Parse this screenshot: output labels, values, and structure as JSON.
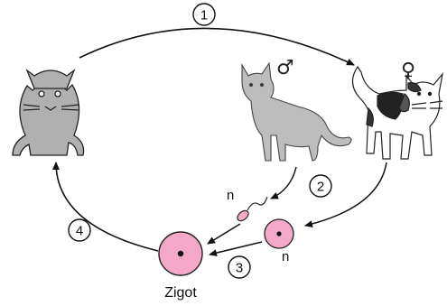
{
  "steps": [
    "1",
    "2",
    "3",
    "4"
  ],
  "labels": {
    "sperm_ploidy": "n",
    "egg_ploidy": "n",
    "zygote": "Zigot"
  },
  "symbols": {
    "male": "♂",
    "female": "♀"
  },
  "colors": {
    "cell_fill": "#f4a9c8",
    "cell_stroke": "#222222",
    "male_cat_fill": "#bdbdbd",
    "adult_cat_fill": "#b0b0b0"
  }
}
